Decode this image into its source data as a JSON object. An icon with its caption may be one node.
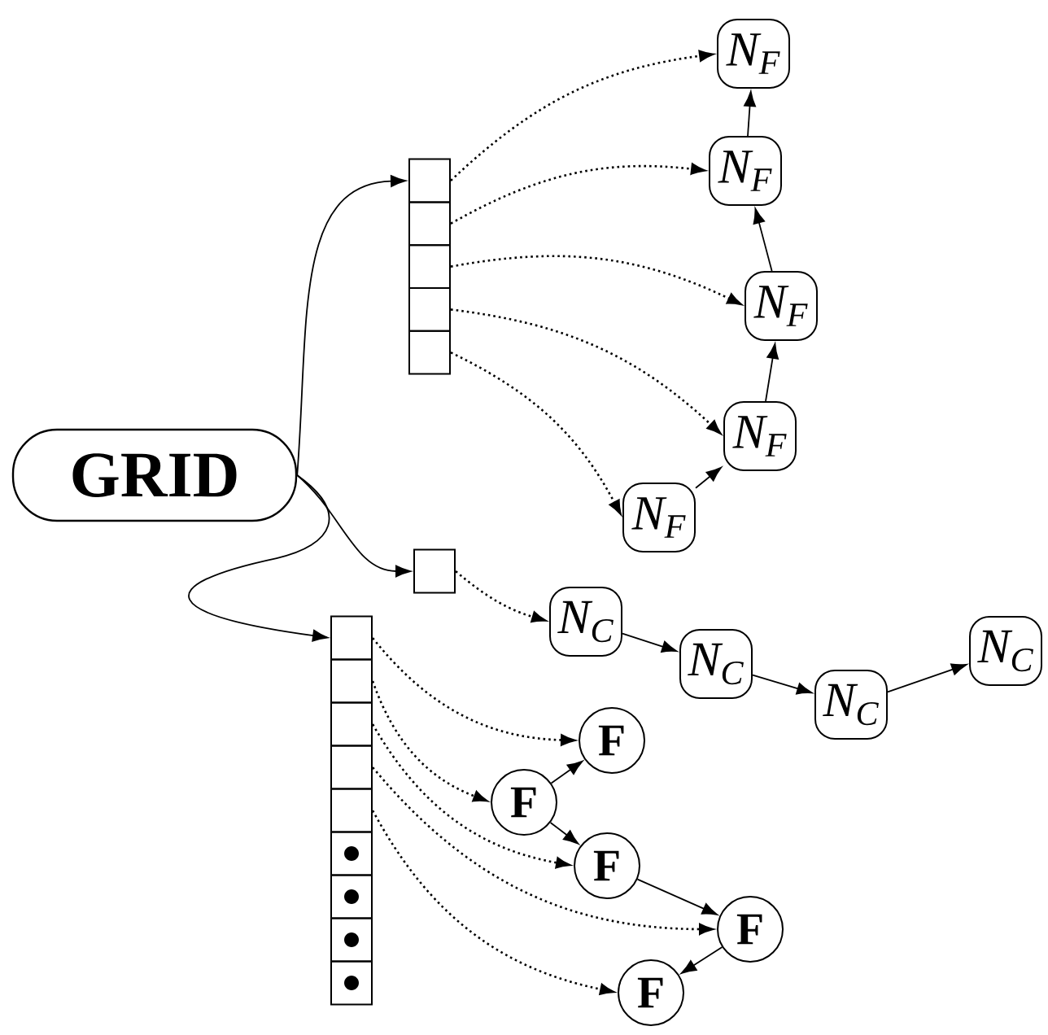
{
  "diagram": {
    "nodes": [
      {
        "text": [
          "GRID"
        ]
      },
      {
        "text": [],
        "shape": "box"
      },
      {
        "text": [],
        "shape": "box"
      },
      {
        "text": [],
        "shape": "box"
      },
      {
        "text": [],
        "shape": "box"
      },
      {
        "text": [],
        "shape": "box"
      },
      {
        "text": [],
        "shape": "box"
      },
      {
        "text": [],
        "shape": "box"
      },
      {
        "text": [],
        "shape": "box"
      },
      {
        "text": [],
        "shape": "box"
      },
      {
        "text": [],
        "shape": "box"
      },
      {
        "text": [],
        "shape": "box"
      },
      {
        "text": [],
        "shape": "box"
      },
      {
        "text": [],
        "shape": "box"
      },
      {
        "text": [],
        "shape": "box"
      },
      {
        "text": [],
        "shape": "box"
      },
      {
        "text": [
          "N$_{F}$"
        ]
      },
      {
        "text": [
          "N$_{F}$"
        ]
      },
      {
        "text": [
          "N$_{F}$"
        ]
      },
      {
        "text": [
          "N$_{F}$"
        ]
      },
      {
        "text": [
          "N$_{F}$"
        ]
      },
      {
        "text": [
          "N$_{C}$"
        ]
      },
      {
        "text": [
          "N$_{C}$"
        ]
      },
      {
        "text": [
          "N$_{C}$"
        ]
      },
      {
        "text": [
          "N$_{C}$"
        ]
      },
      {
        "text": [
          "F"
        ]
      },
      {
        "text": [
          "F"
        ]
      },
      {
        "text": [
          "F"
        ]
      },
      {
        "text": [
          "F"
        ]
      },
      {
        "text": [
          "F"
        ]
      }
    ],
    "edges": [
      {
        "from": 0,
        "to": 1,
        "arrow": "to"
      },
      {
        "from": 0,
        "to": 6,
        "arrow": "to"
      },
      {
        "from": 0,
        "to": 7,
        "arrow": "to"
      },
      {
        "from": 1,
        "to": 16,
        "arrow": "to",
        "style": "dashed"
      },
      {
        "from": 2,
        "to": 17,
        "arrow": "to",
        "style": "dashed"
      },
      {
        "from": 3,
        "to": 18,
        "arrow": "to",
        "style": "dashed"
      },
      {
        "from": 4,
        "to": 19,
        "arrow": "to",
        "style": "dashed"
      },
      {
        "from": 5,
        "to": 20,
        "arrow": "to",
        "style": "dashed"
      },
      {
        "from": 20,
        "to": 19,
        "arrow": "to"
      },
      {
        "from": 19,
        "to": 18,
        "arrow": "to"
      },
      {
        "from": 18,
        "to": 17,
        "arrow": "to"
      },
      {
        "from": 17,
        "to": 16,
        "arrow": "to"
      },
      {
        "from": 6,
        "to": 21,
        "arrow": "to",
        "style": "dashed"
      },
      {
        "from": 21,
        "to": 22,
        "arrow": "to"
      },
      {
        "from": 22,
        "to": 23,
        "arrow": "to"
      },
      {
        "from": 23,
        "to": 24,
        "arrow": "to"
      },
      {
        "from": 7,
        "to": 25,
        "arrow": "to",
        "style": "dashed"
      },
      {
        "from": 8,
        "to": 26,
        "arrow": "to",
        "style": "dashed"
      },
      {
        "from": 9,
        "to": 27,
        "arrow": "to",
        "style": "dashed"
      },
      {
        "from": 10,
        "to": 28,
        "arrow": "to",
        "style": "dashed"
      },
      {
        "from": 11,
        "to": 29,
        "arrow": "to",
        "style": "dashed"
      },
      {
        "from": 26,
        "to": 25,
        "arrow": "to"
      },
      {
        "from": 26,
        "to": 27,
        "arrow": "to"
      },
      {
        "from": 27,
        "to": 28,
        "arrow": "to"
      },
      {
        "from": 28,
        "to": 29,
        "arrow": "to"
      }
    ]
  }
}
